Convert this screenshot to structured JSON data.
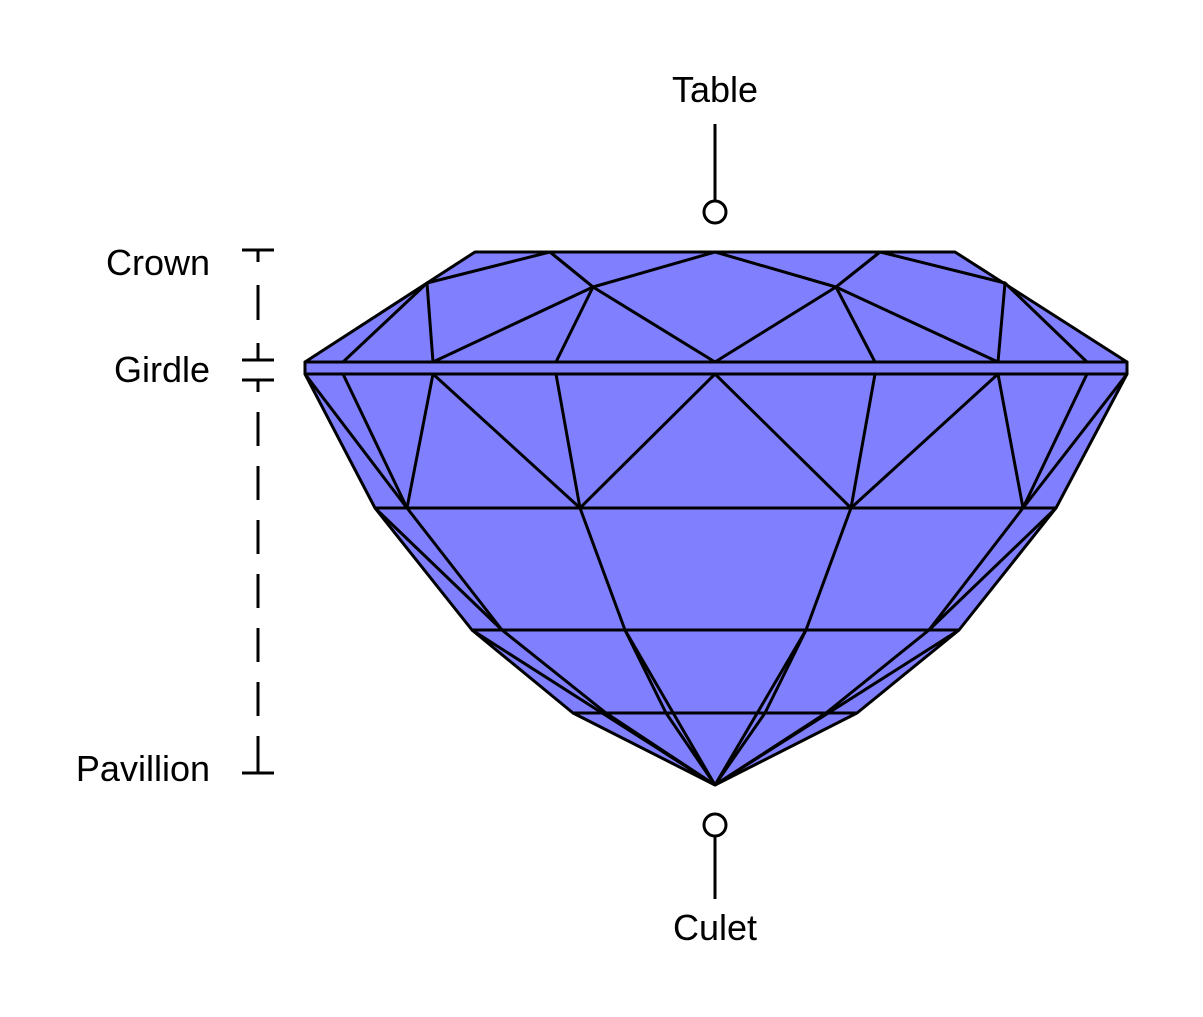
{
  "diagram": {
    "labels": {
      "table": "Table",
      "crown": "Crown",
      "girdle": "Girdle",
      "pavillion": "Pavillion",
      "culet": "Culet"
    }
  },
  "colors": {
    "gem_fill": "#8080ff",
    "stroke": "#000000",
    "background": "#ffffff"
  }
}
